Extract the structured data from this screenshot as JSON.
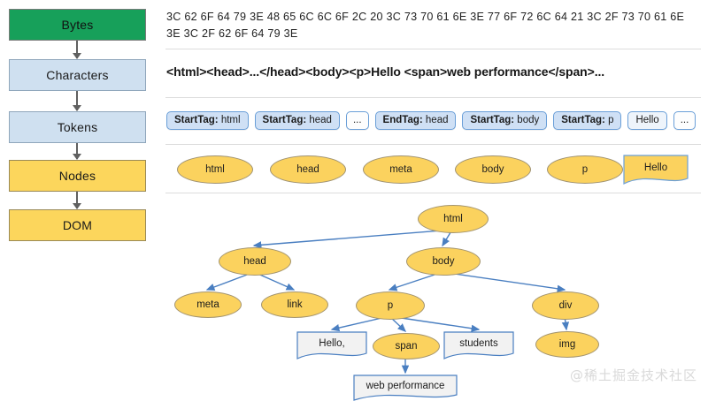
{
  "diagram": {
    "title": "HTML parsing pipeline: Bytes to DOM",
    "watermark": "@稀土掘金技术社区",
    "colors": {
      "bytes_fill": "#17a05a",
      "stage_blue_fill": "#cfe0f0",
      "stage_yellow_fill": "#fcd65c",
      "token_fill": "#cfe0f5",
      "token_border": "#6a9fd8",
      "node_fill": "#fbd25e",
      "text_node_fill": "#f2f2f2",
      "arrow": "#4a7fc1",
      "divider": "#dcdcdc"
    }
  },
  "pipeline": {
    "stages": [
      {
        "label": "Bytes",
        "style": "green"
      },
      {
        "label": "Characters",
        "style": "blue"
      },
      {
        "label": "Tokens",
        "style": "blue"
      },
      {
        "label": "Nodes",
        "style": "yellow"
      },
      {
        "label": "DOM",
        "style": "yellow"
      }
    ]
  },
  "rows": {
    "bytes": {
      "text": "3C 62 6F 64 79 3E 48 65 6C 6C 6F 2C 20 3C 73 70 61 6E 3E 77 6F 72 6C 64 21 3C 2F 73 70 61 6E 3E 3C 2F 62 6F 64 79 3E"
    },
    "characters": {
      "text": "<html><head>...</head><body><p>Hello <span>web performance</span>..."
    },
    "tokens": {
      "items": [
        {
          "kind": "StartTag:",
          "value": " html",
          "style": "tag"
        },
        {
          "kind": "StartTag:",
          "value": " head",
          "style": "tag"
        },
        {
          "kind": "",
          "value": "...",
          "style": "dots"
        },
        {
          "kind": "EndTag:",
          "value": " head",
          "style": "tag"
        },
        {
          "kind": "StartTag:",
          "value": " body",
          "style": "tag"
        },
        {
          "kind": "StartTag:",
          "value": " p",
          "style": "tag"
        },
        {
          "kind": "",
          "value": "Hello",
          "style": "plain"
        },
        {
          "kind": "",
          "value": "...",
          "style": "dots"
        }
      ]
    },
    "nodes": {
      "items": [
        {
          "label": "html",
          "shape": "ellipse"
        },
        {
          "label": "head",
          "shape": "ellipse"
        },
        {
          "label": "meta",
          "shape": "ellipse"
        },
        {
          "label": "body",
          "shape": "ellipse"
        },
        {
          "label": "p",
          "shape": "ellipse"
        },
        {
          "label": "Hello",
          "shape": "document"
        }
      ]
    }
  },
  "dom_tree": {
    "nodes": [
      {
        "id": "html",
        "label": "html",
        "shape": "oval"
      },
      {
        "id": "head",
        "label": "head",
        "shape": "oval"
      },
      {
        "id": "body",
        "label": "body",
        "shape": "oval"
      },
      {
        "id": "meta",
        "label": "meta",
        "shape": "oval"
      },
      {
        "id": "link",
        "label": "link",
        "shape": "oval"
      },
      {
        "id": "p",
        "label": "p",
        "shape": "oval"
      },
      {
        "id": "div",
        "label": "div",
        "shape": "oval"
      },
      {
        "id": "hello",
        "label": "Hello,",
        "shape": "document"
      },
      {
        "id": "span",
        "label": "span",
        "shape": "oval"
      },
      {
        "id": "students",
        "label": "students",
        "shape": "document"
      },
      {
        "id": "img",
        "label": "img",
        "shape": "oval"
      },
      {
        "id": "webperf",
        "label": "web performance",
        "shape": "document"
      }
    ],
    "edges": [
      [
        "html",
        "head"
      ],
      [
        "html",
        "body"
      ],
      [
        "head",
        "meta"
      ],
      [
        "head",
        "link"
      ],
      [
        "body",
        "p"
      ],
      [
        "body",
        "div"
      ],
      [
        "p",
        "hello"
      ],
      [
        "p",
        "span"
      ],
      [
        "p",
        "students"
      ],
      [
        "span",
        "webperf"
      ],
      [
        "div",
        "img"
      ]
    ]
  }
}
